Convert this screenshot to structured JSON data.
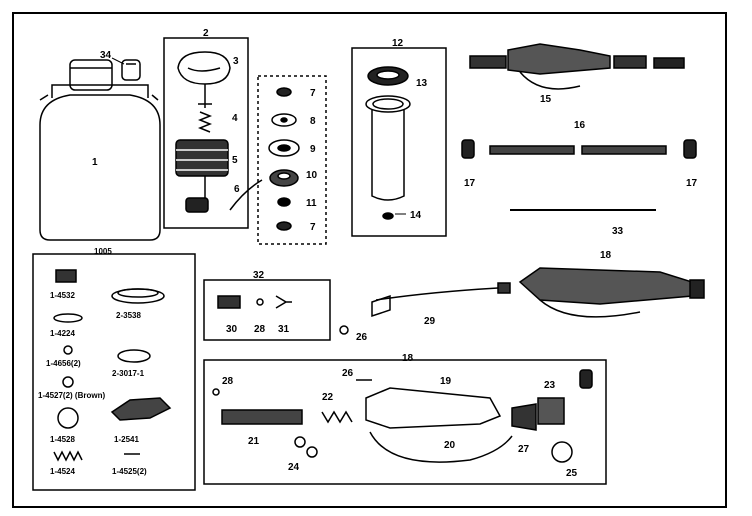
{
  "callouts": {
    "c1": "1",
    "c2": "2",
    "c3": "3",
    "c4": "4",
    "c5": "5",
    "c6": "6",
    "c7a": "7",
    "c7b": "7",
    "c8": "8",
    "c9": "9",
    "c10": "10",
    "c11": "11",
    "c12": "12",
    "c13": "13",
    "c14": "14",
    "c15": "15",
    "c16": "16",
    "c17a": "17",
    "c17b": "17",
    "c18a": "18",
    "c18b": "18",
    "c19": "19",
    "c20": "20",
    "c21": "21",
    "c22": "22",
    "c23": "23",
    "c24": "24",
    "c25": "25",
    "c26a": "26",
    "c26b": "26",
    "c28a": "28",
    "c28b": "28",
    "c27": "27",
    "c29": "29",
    "c30": "30",
    "c31": "31",
    "c32": "32",
    "c33": "33",
    "c34": "34"
  },
  "kit": {
    "title": "1005",
    "p1": "1-4532",
    "p2": "2-3538",
    "p3": "1-4224",
    "p4": "1-4656(2)",
    "p5": "2-3017-1",
    "p6": "1-4527(2) (Brown)",
    "p7": "1-4528",
    "p8": "1-2541",
    "p9": "1-4524",
    "p10": "1-4525(2)"
  },
  "colors": {
    "ink": "#000000",
    "paper": "#ffffff"
  }
}
